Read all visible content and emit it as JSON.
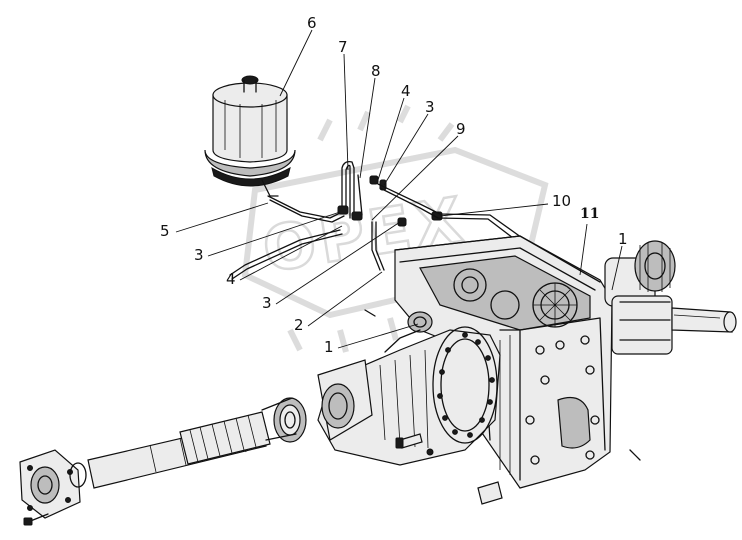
{
  "watermark": {
    "text": "OPEX"
  },
  "callouts": [
    {
      "id": "c6",
      "text": "6"
    },
    {
      "id": "c7",
      "text": "7"
    },
    {
      "id": "c8",
      "text": "8"
    },
    {
      "id": "c4a",
      "text": "4"
    },
    {
      "id": "c3a",
      "text": "3"
    },
    {
      "id": "c9",
      "text": "9"
    },
    {
      "id": "c10",
      "text": "10"
    },
    {
      "id": "c11",
      "text": "11"
    },
    {
      "id": "c1a",
      "text": "1"
    },
    {
      "id": "c5",
      "text": "5"
    },
    {
      "id": "c3b",
      "text": "3"
    },
    {
      "id": "c4b",
      "text": "4"
    },
    {
      "id": "c3c",
      "text": "3"
    },
    {
      "id": "c2",
      "text": "2"
    },
    {
      "id": "c1b",
      "text": "1"
    }
  ]
}
